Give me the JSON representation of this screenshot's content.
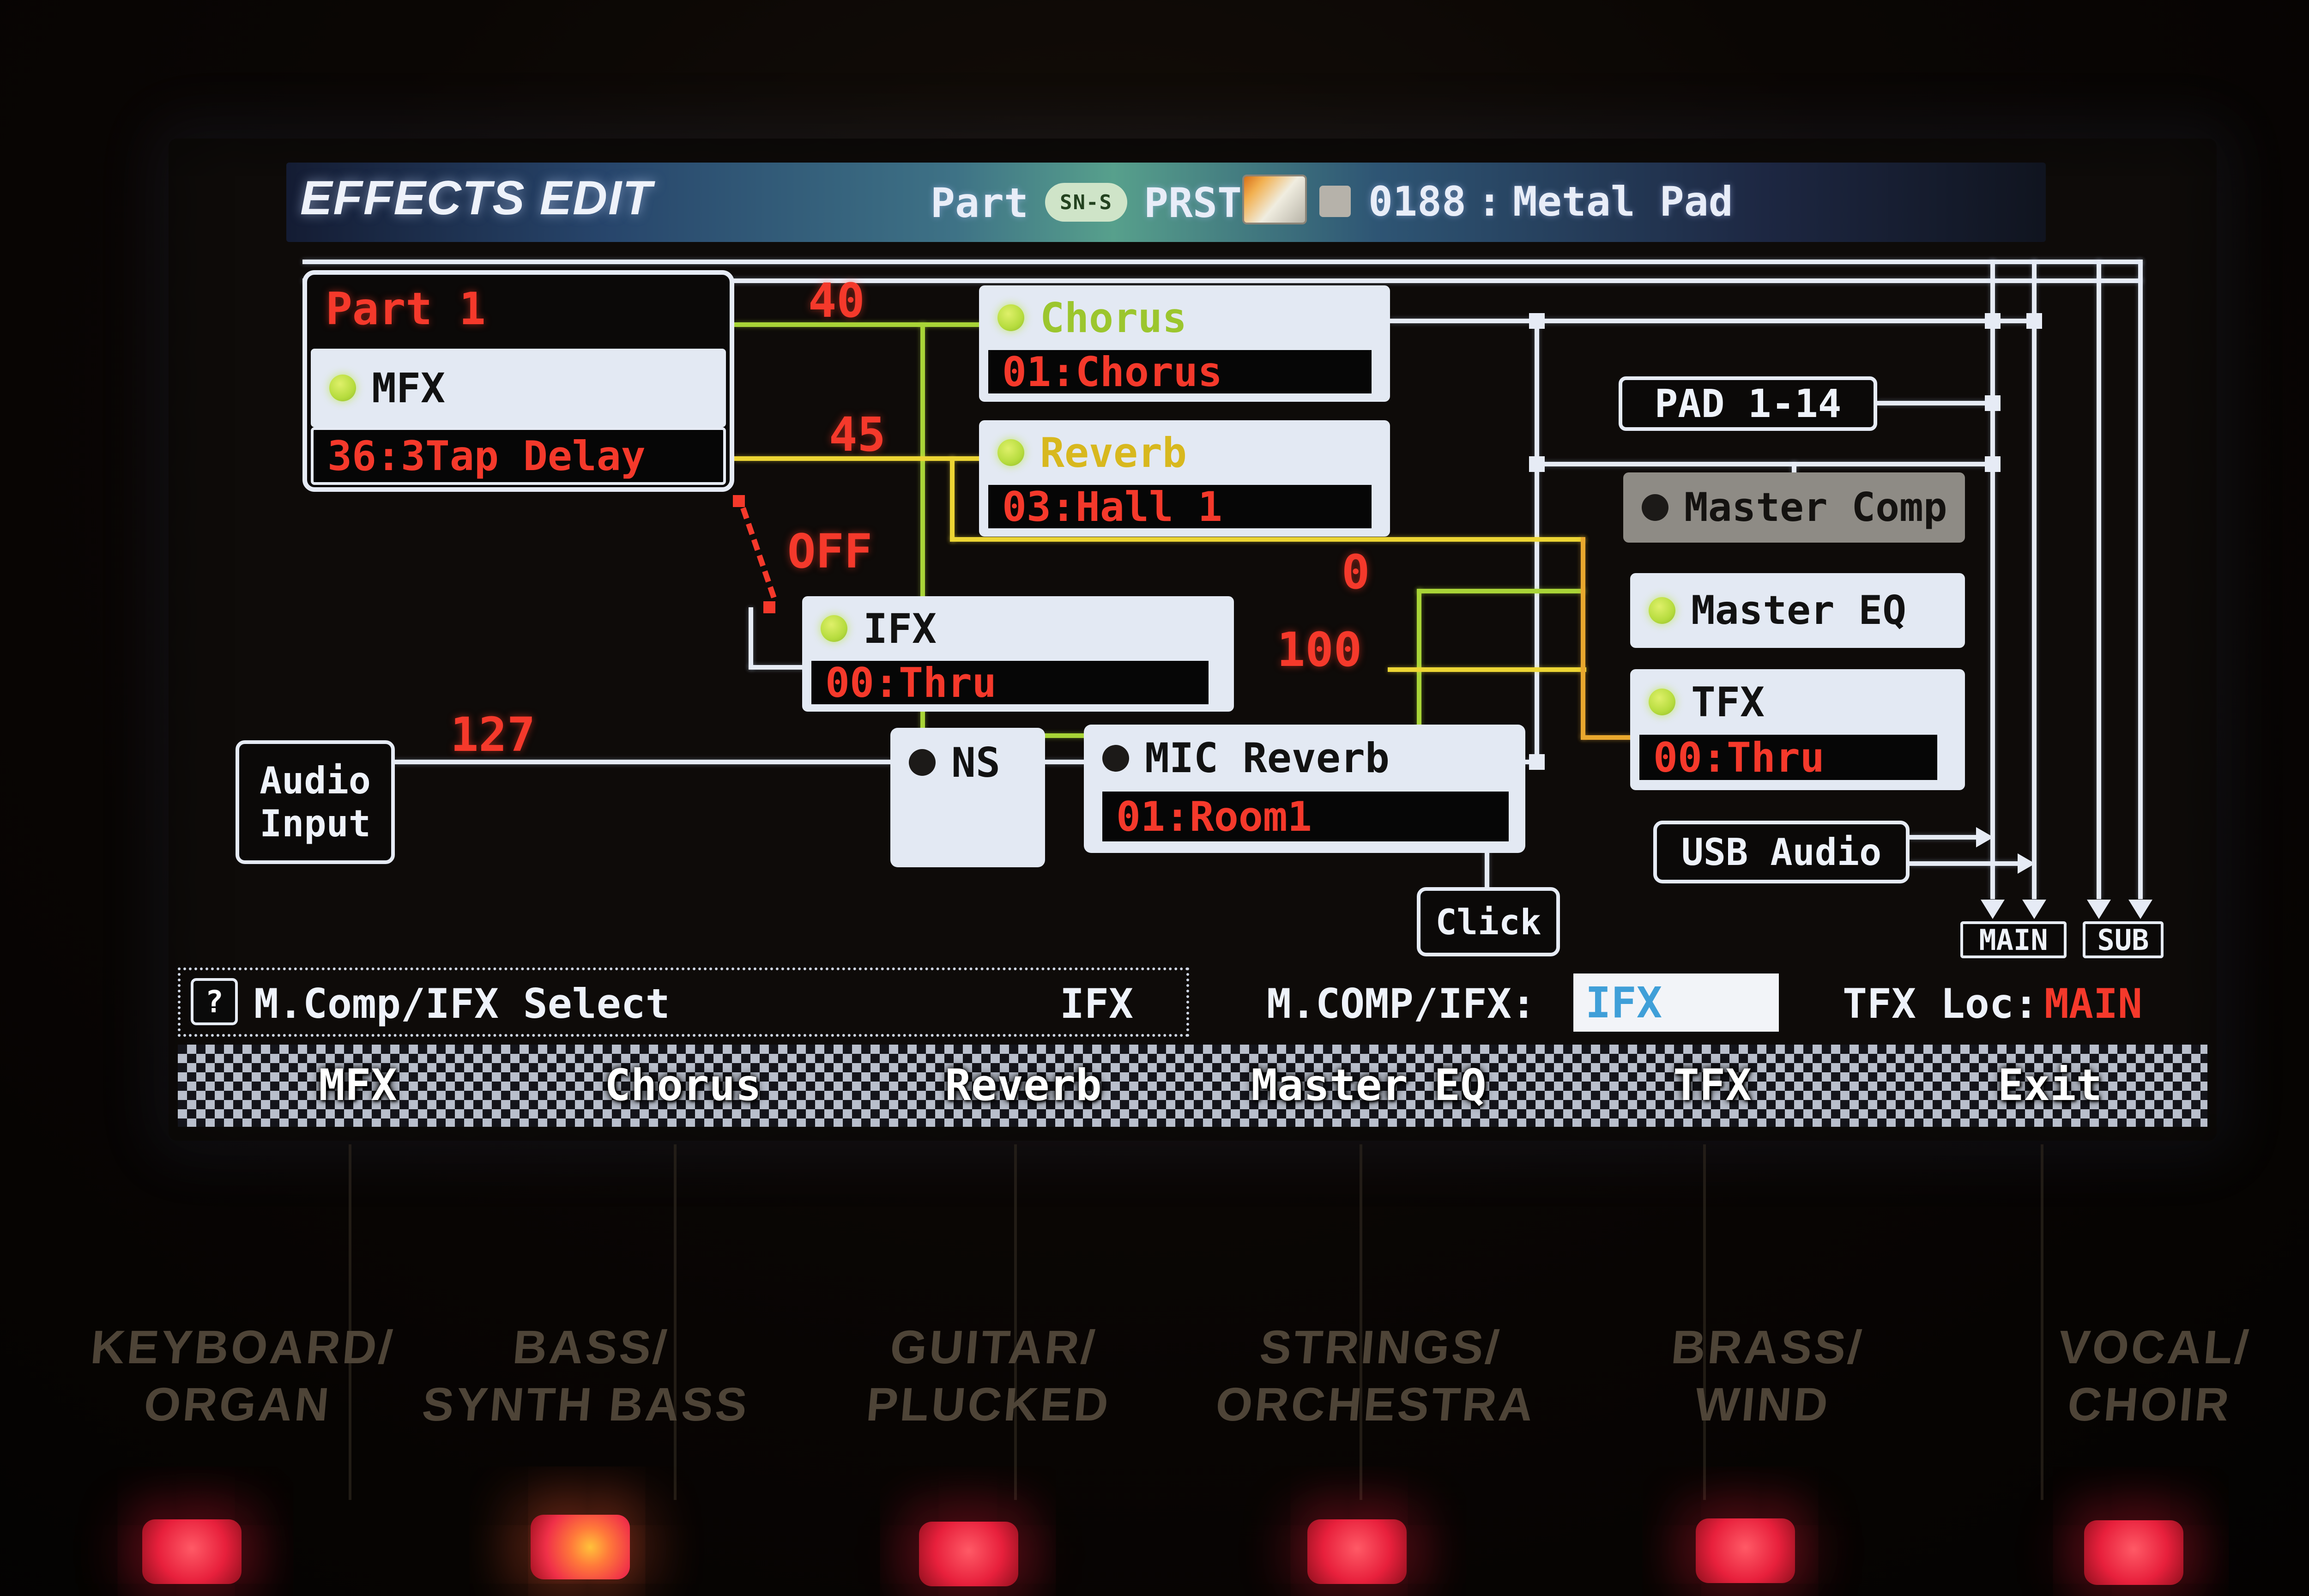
{
  "window": {
    "title": "EFFECTS EDIT"
  },
  "header": {
    "part": "Part 1",
    "badge": "SN-S",
    "bank": "PRST",
    "patch_number": "0188",
    "separator": ":",
    "patch_name": "Metal Pad"
  },
  "diagram": {
    "part_box": {
      "title": "Part 1",
      "effect": "MFX",
      "value": "36:3Tap Delay"
    },
    "chorus": {
      "label": "Chorus",
      "value": "01:Chorus",
      "send_level": "40",
      "output_level": "0"
    },
    "reverb": {
      "label": "Reverb",
      "value": "03:Hall 1",
      "send_level": "45",
      "output_level": "100"
    },
    "ifx": {
      "label": "IFX",
      "value": "00:Thru",
      "switch": "OFF"
    },
    "pad": {
      "label": "PAD 1-14"
    },
    "master_comp": {
      "label": "Master Comp"
    },
    "master_eq": {
      "label": "Master EQ"
    },
    "tfx": {
      "label": "TFX",
      "value": "00:Thru"
    },
    "usb_audio": {
      "label": "USB Audio"
    },
    "audio_input": {
      "line1": "Audio",
      "line2": "Input",
      "level": "127"
    },
    "ns": {
      "label": "NS"
    },
    "mic_reverb": {
      "label": "MIC Reverb",
      "value": "01:Room1"
    },
    "click": {
      "label": "Click"
    },
    "outputs": {
      "main": "MAIN",
      "sub": "SUB"
    }
  },
  "status": {
    "help": "?",
    "hint_label": "M.Comp/IFX Select",
    "hint_value": "IFX",
    "param_label": "M.COMP/IFX:",
    "param_value": "IFX",
    "tfx_loc_label": "TFX Loc:",
    "tfx_loc_value": "MAIN"
  },
  "soft_buttons": [
    "MFX",
    "Chorus",
    "Reverb",
    "Master EQ",
    "TFX",
    "Exit"
  ],
  "panel": {
    "categories": [
      [
        "KEYBOARD/",
        "ORGAN"
      ],
      [
        "BASS/",
        "SYNTH BASS"
      ],
      [
        "GUITAR/",
        "PLUCKED"
      ],
      [
        "STRINGS/",
        "ORCHESTRA"
      ],
      [
        "BRASS/",
        "WIND"
      ],
      [
        "VOCAL/",
        "CHOIR"
      ]
    ]
  },
  "colors": {
    "red": "#f5392b",
    "green_wire": "#a8d437",
    "yellow_wire": "#ecd534",
    "orange_wire": "#e9a82e",
    "white_wire": "#e6ebf5",
    "cyan_value": "#3f9fd8",
    "led_green": "#c0e04a",
    "led_red": "#e8203c"
  }
}
